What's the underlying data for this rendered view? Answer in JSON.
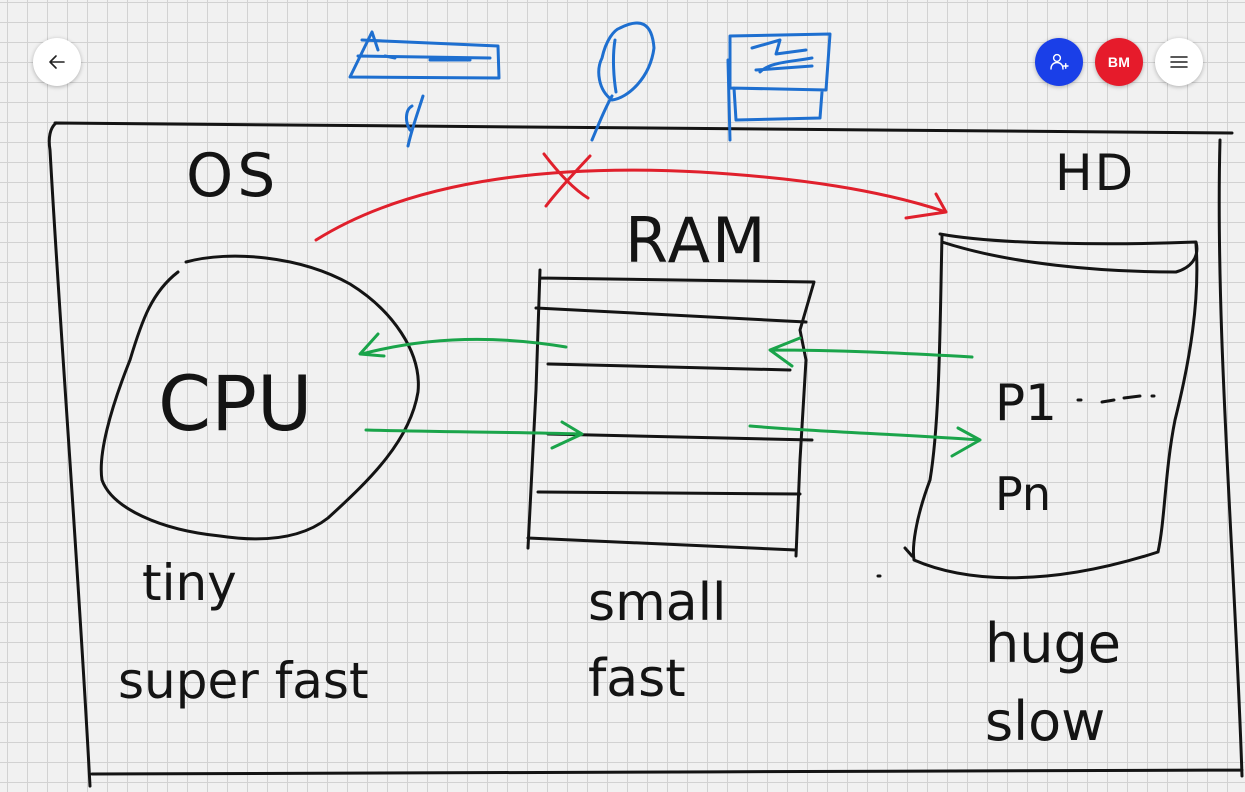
{
  "toolbar": {
    "back_icon": "arrow-left-icon",
    "invite_icon": "add-person-icon",
    "invite_color": "#1a3fe8",
    "avatar_initials": "BM",
    "avatar_color": "#e61b2b",
    "menu_icon": "hamburger-menu-icon"
  },
  "whiteboard": {
    "ink_colors": {
      "black": "#141414",
      "blue": "#1e6fd0",
      "red": "#e0202c",
      "green": "#1aa44a"
    },
    "labels": {
      "os": "OS",
      "hd": "HD",
      "ram": "RAM",
      "cpu": "CPU",
      "process_first": "P1",
      "process_last": "Pn",
      "cpu_caption": "tiny super fast",
      "ram_caption": "small fast",
      "hd_caption": "huge slow"
    }
  }
}
